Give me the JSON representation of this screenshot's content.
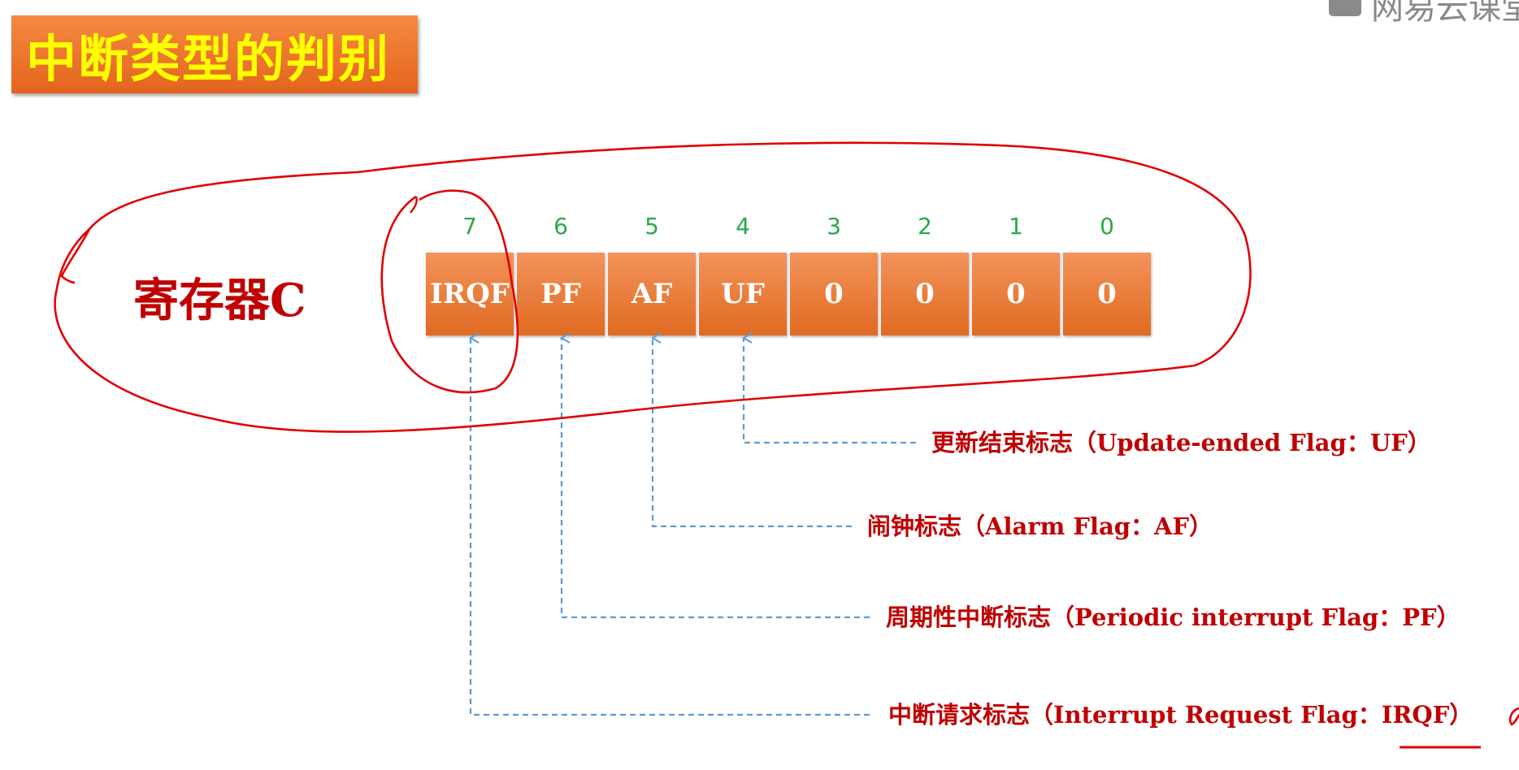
{
  "title": "中断类型的判别",
  "watermark": {
    "icon": "book-icon",
    "text": "网易云课堂"
  },
  "register": {
    "label": "寄存器C",
    "bits": [
      {
        "index": "7",
        "name": "IRQF"
      },
      {
        "index": "6",
        "name": "PF"
      },
      {
        "index": "5",
        "name": "AF"
      },
      {
        "index": "4",
        "name": "UF"
      },
      {
        "index": "3",
        "name": "0"
      },
      {
        "index": "2",
        "name": "0"
      },
      {
        "index": "1",
        "name": "0"
      },
      {
        "index": "0",
        "name": "0"
      }
    ]
  },
  "flags": {
    "uf": "更新结束标志（Update-ended Flag：UF）",
    "af": "闹钟标志（Alarm Flag：AF）",
    "pf": "周期性中断标志（Periodic interrupt Flag：PF）",
    "irqf": "中断请求标志（Interrupt Request Flag：IRQF）"
  },
  "colors": {
    "title_fill": "#E8702A",
    "title_text": "#FFFF00",
    "cell_fill": "#EC7A35",
    "bit_index": "#2AA84A",
    "label_red": "#C00000",
    "arrow_blue": "#5B9BD5",
    "annotation_red": "#E00000"
  }
}
